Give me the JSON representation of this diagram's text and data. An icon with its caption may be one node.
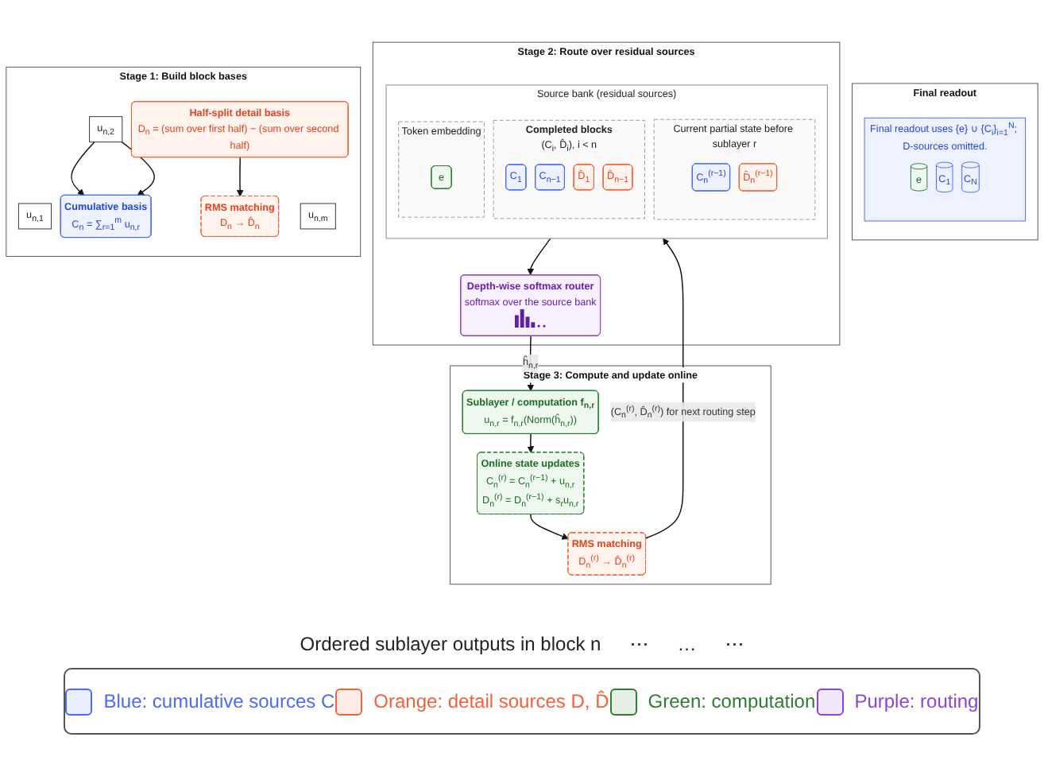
{
  "diagram": {
    "nodes": [
      {
        "text": [
          "Stage 1: Build block bases"
        ]
      },
      {
        "text": [
          "u$_{n,1}$"
        ],
        "in": 0
      },
      {
        "text": [
          "u$_{n,2}$"
        ],
        "in": 0
      },
      {
        "text": [
          "u$_{n,m}$"
        ],
        "in": 0
      },
      {
        "text": [
          "Cumulative basis",
          "C$_{n}$ = ∑$_{r=1}$$^{m}$ u$_{n,r}$"
        ],
        "in": 0
      },
      {
        "text": [
          "Half-split detail basis",
          "D$_{n}$ = (sum over first half) − (sum over second half)"
        ],
        "in": 0
      },
      {
        "text": [
          "RMS matching",
          "D$_{n}$ → D̂$_{n}$"
        ],
        "in": 0
      },
      {
        "text": [
          "Stage 2: Route over residual sources"
        ]
      },
      {
        "text": [
          "Source bank (residual sources)"
        ],
        "in": 7
      },
      {
        "text": [
          "Token embedding"
        ],
        "in": 8
      },
      {
        "text": [
          "e"
        ],
        "in": 9
      },
      {
        "text": [
          "Completed blocks",
          "(C$_{i}$, D̂$_{i}$), i < n"
        ],
        "in": 8
      },
      {
        "text": [
          "C$_{1}$"
        ],
        "in": 11
      },
      {
        "text": [
          "C$_{n−1}$"
        ],
        "in": 11
      },
      {
        "text": [
          "D̂$_{1}$"
        ],
        "in": 11
      },
      {
        "text": [
          "D̂$_{n−1}$"
        ],
        "in": 11
      },
      {
        "text": [
          "Current partial state before sublayer r"
        ],
        "in": 8
      },
      {
        "text": [
          "C$_{n}$$^{(r−1)}$"
        ],
        "in": 16
      },
      {
        "text": [
          "D̂$_{n}$$^{(r−1)}$"
        ],
        "in": 16
      },
      {
        "text": [
          "Depth-wise softmax router",
          "softmax over the source bank"
        ],
        "in": 7
      },
      {
        "text": [
          "Stage 3: Compute and update online"
        ]
      },
      {
        "text": [
          "Sublayer / computation f$_{n,r}$",
          "u$_{n,r}$ = f$_{n,r}$(Norm(ĥ$_{n,r}$))"
        ],
        "in": 20
      },
      {
        "text": [
          "Online state updates",
          "C$_{n}$$^{(r)}$ = C$_{n}$$^{(r−1)}$ + u$_{n,r}$",
          "D$_{n}$$^{(r)}$ = D$_{n}$$^{(r−1)}$ + s$_{r}$u$_{n,r}$"
        ],
        "in": 20
      },
      {
        "text": [
          "RMS matching",
          "D$_{n}$$^{(r)}$ → D̂$_{n}$$^{(r)}$"
        ],
        "in": 20
      },
      {
        "text": [
          "Final readout"
        ]
      },
      {
        "text": [
          "Final readout uses {e} ∪ {C$_{i}$}$_{i=1}$$^{N}$; D-sources omitted."
        ],
        "in": 24
      },
      {
        "text": [
          "e"
        ],
        "in": 25
      },
      {
        "text": [
          "C$_{1}$"
        ],
        "in": 25
      },
      {
        "text": [
          "C$_{N}$"
        ],
        "in": 25
      }
    ],
    "edges": [
      {
        "from": 2,
        "to": 4,
        "arrow": "to"
      },
      {
        "from": 2,
        "to": 4,
        "arrow": "to"
      },
      {
        "from": 5,
        "to": 6,
        "arrow": "to"
      },
      {
        "from": 8,
        "to": 19,
        "arrow": "to"
      },
      {
        "from": 19,
        "to": 21,
        "arrow": "to",
        "label": "ĥ$_{n,r}$"
      },
      {
        "from": 21,
        "to": 22,
        "arrow": "to"
      },
      {
        "from": 22,
        "to": 23,
        "arrow": "to"
      },
      {
        "from": 23,
        "to": 8,
        "arrow": "to",
        "label": "(C$_{n}$$^{(r)}$, D̂$_{n}$$^{(r)}$) for next routing step"
      }
    ],
    "labels": [
      "Ordered sublayer outputs in block n",
      "⋯",
      "…",
      "⋯"
    ],
    "legend": [
      {
        "text": "Blue: cumulative sources C",
        "color": "#4a6cf5"
      },
      {
        "text": "Orange: detail sources D, D̂",
        "color": "#f4623a"
      },
      {
        "text": "Green: computation",
        "color": "#2e7d32"
      },
      {
        "text": "Purple: routing",
        "color": "#8e44d8"
      }
    ]
  }
}
